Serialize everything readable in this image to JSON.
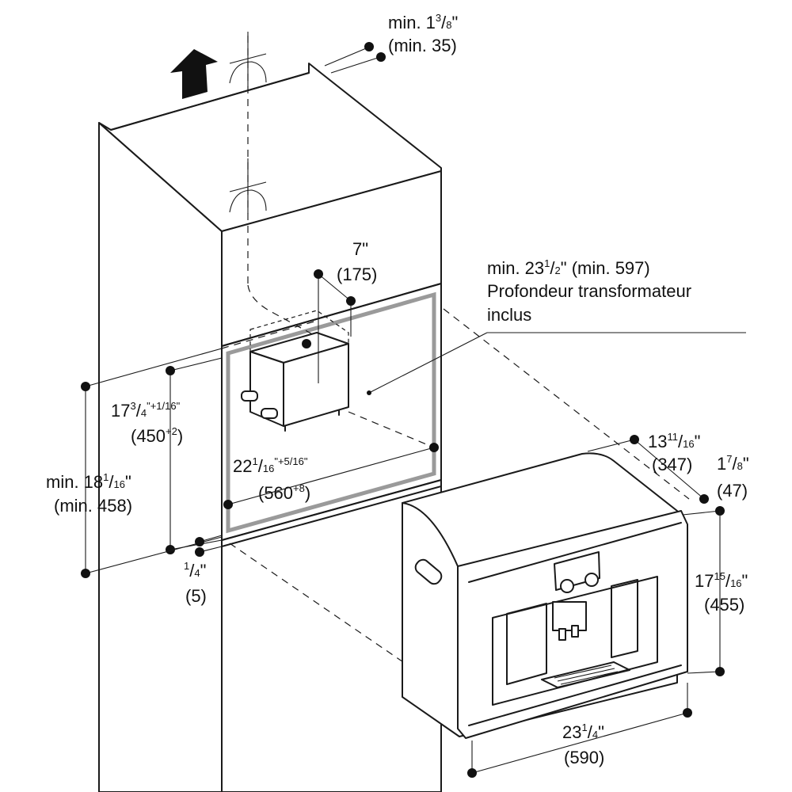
{
  "dimensions": {
    "top_clearance": {
      "imperial_whole": "min. 1",
      "imperial_frac": "3",
      "imperial_den": "8",
      "inch": "\"",
      "metric": "(min. 35)"
    },
    "transformer_offset": {
      "imperial": "7\"",
      "metric": "(175)"
    },
    "depth": {
      "imperial_whole": "min. 23",
      "imperial_frac": "1",
      "imperial_den": "2",
      "inch": "\"",
      "metric": "(min. 597)",
      "note_line1": "Profondeur transformateur",
      "note_line2": "inclus"
    },
    "niche_height": {
      "imperial_whole": "17",
      "imperial_frac": "3",
      "imperial_den": "4",
      "tol_num": "+1",
      "tol_den": "16",
      "inch": "\"",
      "metric": "(450",
      "metric_tol": "+2",
      "metric_close": ")"
    },
    "floor_height": {
      "imperial_whole": "min. 18",
      "imperial_frac": "1",
      "imperial_den": "16",
      "inch": "\"",
      "metric": "(min. 458)"
    },
    "niche_width": {
      "imperial_whole": "22",
      "imperial_frac": "1",
      "imperial_den": "16",
      "tol_num": "+5",
      "tol_den": "16",
      "inch": "\"",
      "metric": "(560",
      "metric_tol": "+8",
      "metric_close": ")"
    },
    "base_gap": {
      "imperial_frac": "1",
      "imperial_den": "4",
      "inch": "\"",
      "metric": "(5)"
    },
    "appliance_depth": {
      "imperial_whole": "13",
      "imperial_frac": "11",
      "imperial_den": "16",
      "inch": "\"",
      "metric": "(347)"
    },
    "front_depth": {
      "imperial_whole": "1",
      "imperial_frac": "7",
      "imperial_den": "8",
      "inch": "\"",
      "metric": "(47)"
    },
    "appliance_height": {
      "imperial_whole": "17",
      "imperial_frac": "15",
      "imperial_den": "16",
      "inch": "\"",
      "metric": "(455)"
    },
    "appliance_width": {
      "imperial_whole": "23",
      "imperial_frac": "1",
      "imperial_den": "4",
      "inch": "\"",
      "metric": "(590)"
    }
  },
  "icons": [
    "airflow-arrow-icon",
    "ventilation-symbol-icon"
  ]
}
